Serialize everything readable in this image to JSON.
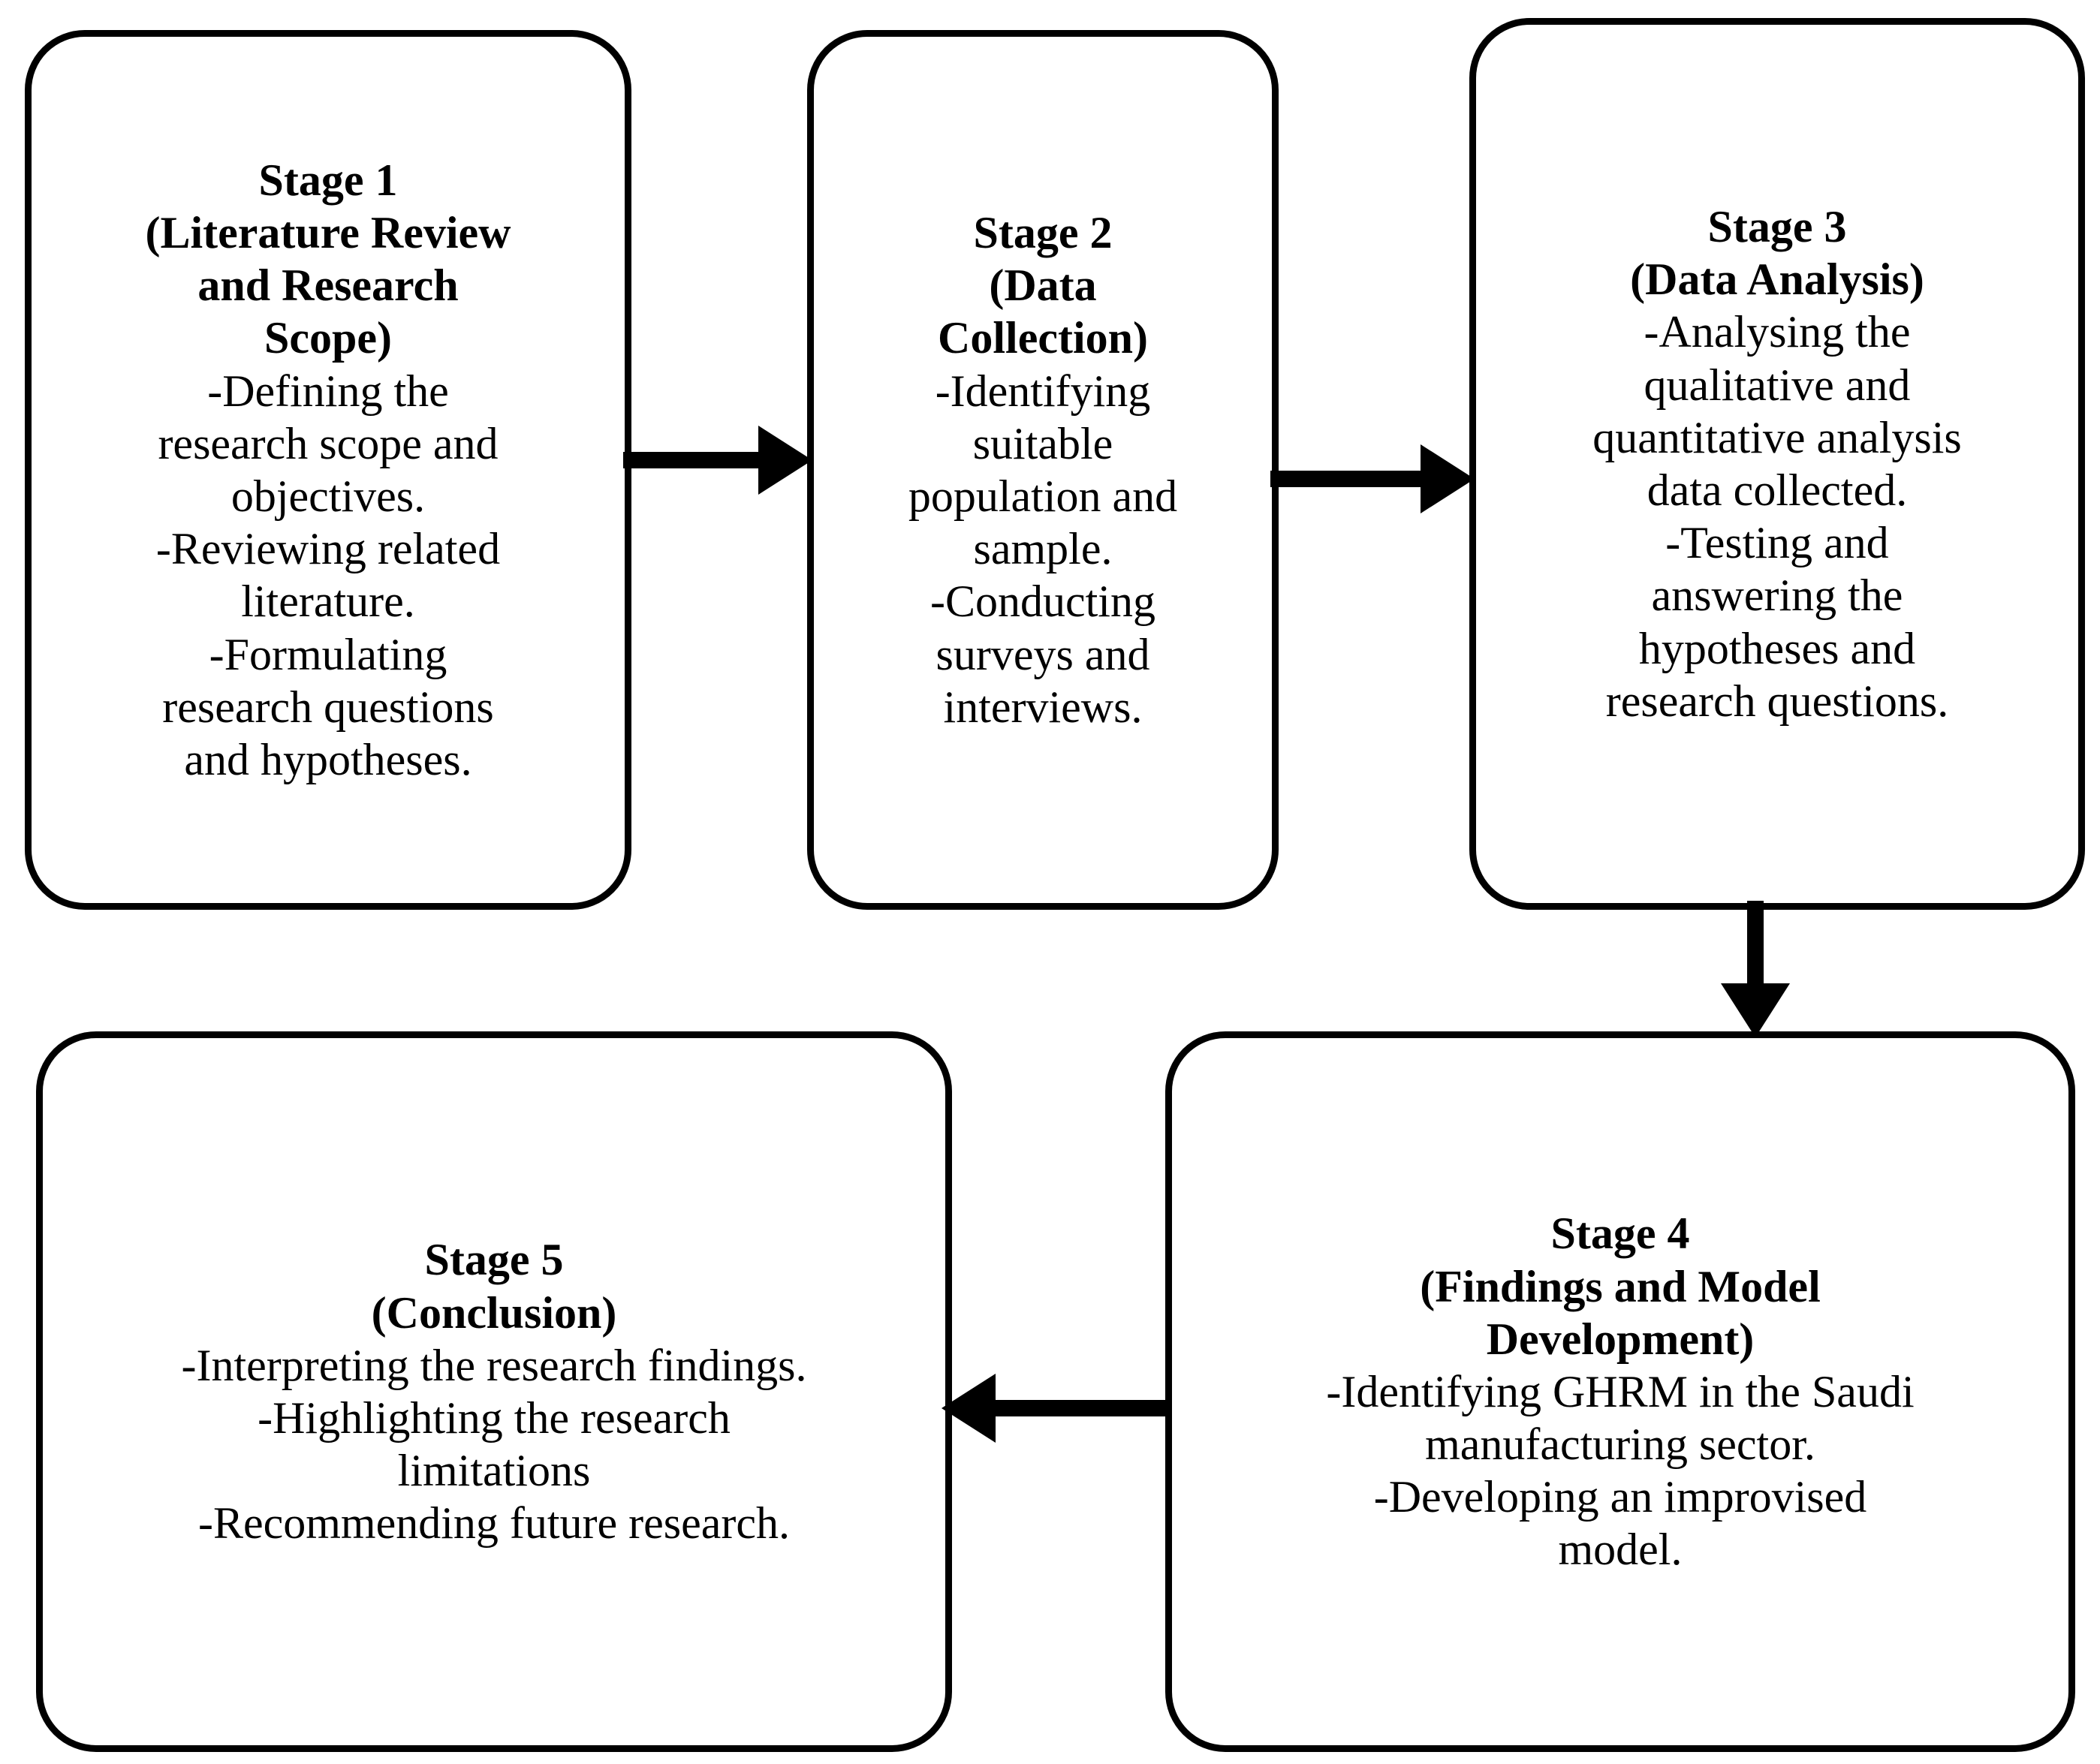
{
  "diagram": {
    "title": "Research Methodology Stages Flowchart",
    "stroke_color": "#000000",
    "background_color": "#ffffff"
  },
  "stages": [
    {
      "id": "stage-1",
      "title": "Stage 1\n(Literature Review\nand Research\nScope)",
      "body": "-Defining the\nresearch scope and\nobjectives.\n-Reviewing related\nliterature.\n-Formulating\nresearch questions\nand hypotheses."
    },
    {
      "id": "stage-2",
      "title": "Stage 2\n(Data\nCollection)",
      "body": "-Identifying\nsuitable\npopulation and\nsample.\n-Conducting\nsurveys and\ninterviews."
    },
    {
      "id": "stage-3",
      "title": "Stage 3\n(Data Analysis)",
      "body": "-Analysing the\nqualitative and\nquantitative analysis\ndata collected.\n-Testing and\nanswering the\nhypotheses and\nresearch questions."
    },
    {
      "id": "stage-4",
      "title": "Stage 4\n(Findings and Model\nDevelopment)",
      "body": "-Identifying GHRM in the Saudi\nmanufacturing sector.\n-Developing an improvised\nmodel."
    },
    {
      "id": "stage-5",
      "title": "Stage 5\n(Conclusion)",
      "body": "-Interpreting the research findings.\n-Highlighting the research\nlimitations\n-Recommending future research."
    }
  ],
  "connectors": [
    {
      "id": "arrow-1-2",
      "from": "stage-1",
      "to": "stage-2",
      "direction": "right"
    },
    {
      "id": "arrow-2-3",
      "from": "stage-2",
      "to": "stage-3",
      "direction": "right"
    },
    {
      "id": "arrow-3-4",
      "from": "stage-3",
      "to": "stage-4",
      "direction": "down"
    },
    {
      "id": "arrow-4-5",
      "from": "stage-4",
      "to": "stage-5",
      "direction": "left"
    }
  ]
}
